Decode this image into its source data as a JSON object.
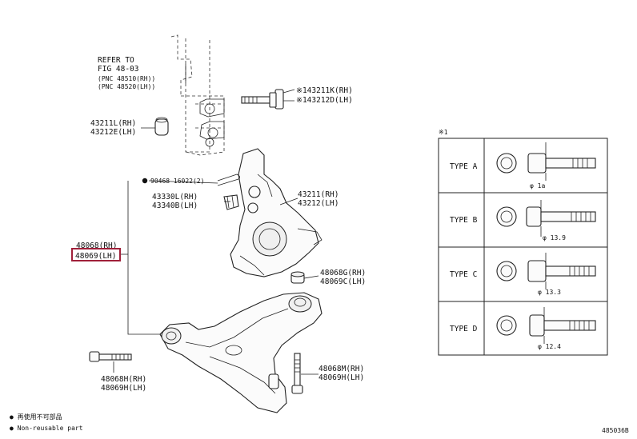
{
  "refer": {
    "line1": "REFER TO",
    "line2": "FIG 48-03",
    "line3": "(PNC 48510(RH))",
    "line4": "(PNC 48520(LH))"
  },
  "labels": {
    "bolt_rh": "※143211K(RH)",
    "bolt_lh": "※143212D(LH)",
    "bush_rh": "43211L(RH)",
    "bush_lh": "43212E(LH)",
    "cotter": "90468 16022(2)",
    "nut_rh": "43330L(RH)",
    "nut_lh": "43340B(LH)",
    "knuckle_rh": "43211(RH)",
    "knuckle_lh": "43212(LH)",
    "arm_rh": "48068(RH)",
    "arm_lh": "48069(LH)",
    "bushg_rh": "48068G(RH)",
    "bushg_lh": "48069C(LH)",
    "bolth_rh": "48068H(RH)",
    "bolth_lh": "48069H(LH)",
    "boltm_rh": "48068M(RH)",
    "boltm_lh": "48069H(LH)"
  },
  "types_panel": {
    "note": "※1",
    "rows": [
      {
        "name": "TYPE A",
        "dim": "φ 1a"
      },
      {
        "name": "TYPE B",
        "dim": "φ 13.9"
      },
      {
        "name": "TYPE C",
        "dim": "φ 13.3"
      },
      {
        "name": "TYPE D",
        "dim": "φ 12.4"
      }
    ]
  },
  "legend": {
    "jp": "● 再使用不可部品",
    "en": "● Non-reusable part"
  },
  "figure_code": "485036B"
}
